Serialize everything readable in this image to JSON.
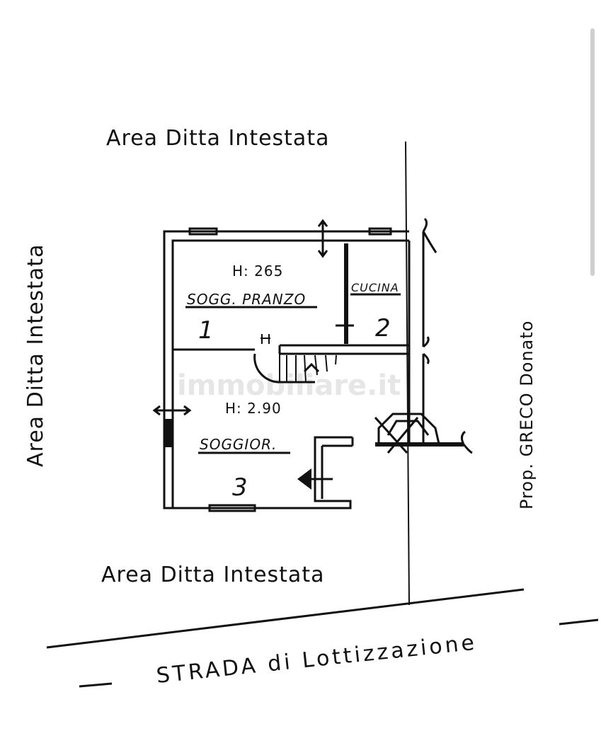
{
  "labels": {
    "area_top": "Area Ditta Intestata",
    "area_left": "Area Ditta Intestata",
    "area_bottom": "Area Ditta Intestata",
    "road": "STRADA di Lottizzazione",
    "neighbor": "Prop. GRECO Donato",
    "watermark": "immobiliare.it"
  },
  "rooms": {
    "upper": {
      "height": "H: 265",
      "name": "SOGG. PRANZO",
      "number": "1"
    },
    "kitchen": {
      "name": "CUCINA",
      "number": "2"
    },
    "lower": {
      "height": "H: 2.90",
      "name": "SOGGIOR.",
      "number": "3"
    }
  }
}
